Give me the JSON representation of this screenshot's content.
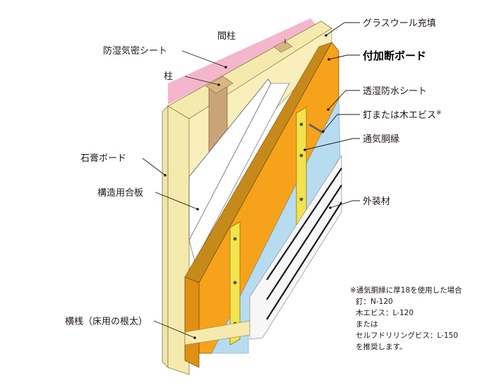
{
  "colors": {
    "moisture_sheet": "#f4b6cc",
    "stud_wood": "#f5eaae",
    "pillar": "#c9a478",
    "insulation_board": "#f7a21b",
    "waterproof_sheet": "#b7dcf0",
    "furring": "#f3e34e",
    "plywood": "#ffffff",
    "gypsum": "#ede6b0"
  },
  "labels": {
    "glass_wool": "グラスウール充填",
    "moisture_sheet": "防湿気密シート",
    "mabashira": "間柱",
    "hashira": "柱",
    "fuka_board": "付加断ボード",
    "waterproof_sheet": "透湿防水シート",
    "nail_screw": "釘または木エビス",
    "nail_mark": "※",
    "furring": "通気胴縁",
    "gypsum": "石膏ボード",
    "plywood": "構造用合板",
    "siding": "外装材",
    "yokosan": "横桟（床用の根太）"
  },
  "notes": [
    "※通気胴縁に厚18を使用した場合",
    "釘：N-120",
    "木エビス：L-120",
    "または",
    "セルフドリリングビス：L-150",
    "を推奨します。"
  ]
}
